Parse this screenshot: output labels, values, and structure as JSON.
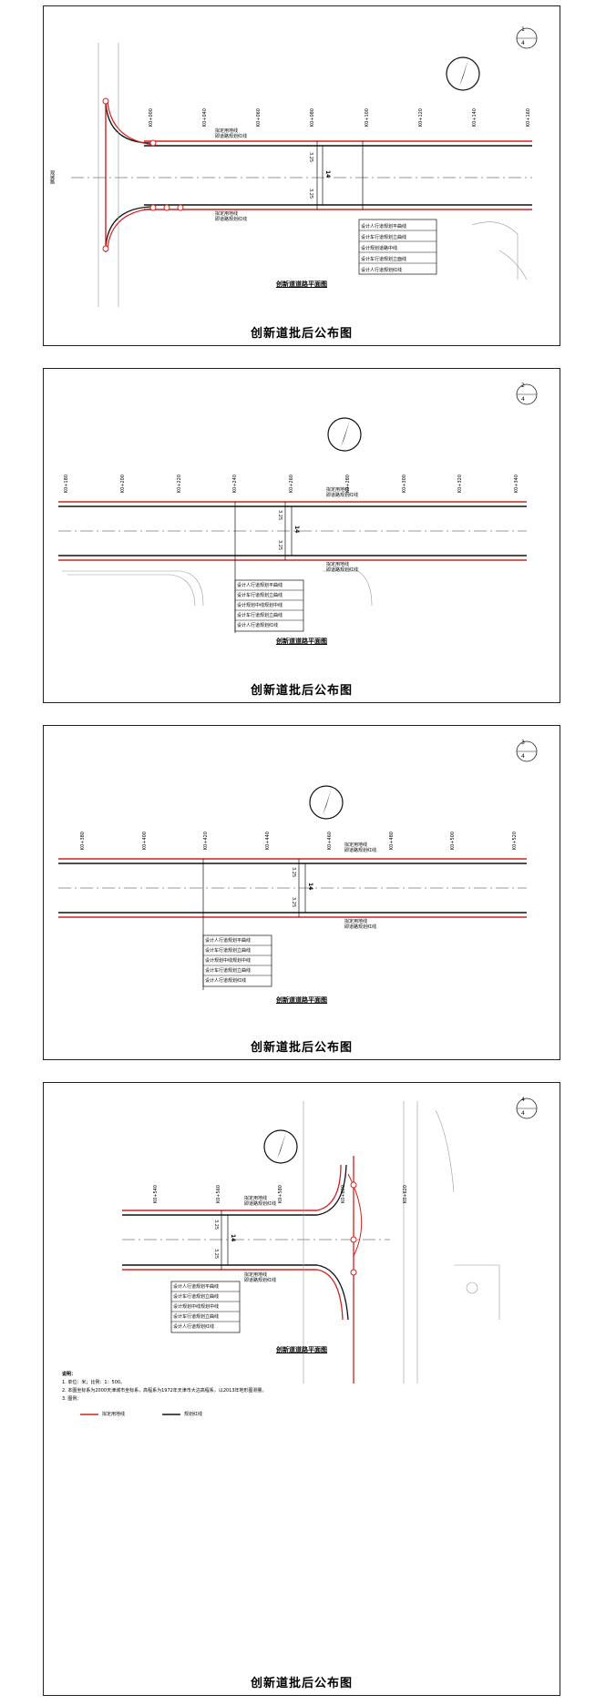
{
  "doc_caption": "创新道批后公布图",
  "plan_title": "创新道道路平面图",
  "sheets": [
    {
      "page": "1",
      "total": "4",
      "stations": [
        "K0+000",
        "K0+040",
        "K0+060",
        "K0+080",
        "K0+100",
        "K0+120",
        "K0+140",
        "K0+160"
      ],
      "red_line": "拟定用地线",
      "edge_line": "即道路规划红线",
      "dims": [
        "3.25",
        "3.25",
        "14"
      ],
      "road_label_left": "观城路",
      "legend_rows": [
        "设计人行道规划平曲线",
        "设计车行道规划立曲线",
        "设计规划道路中线",
        "设计车行道规划立面线",
        "设计人行道规划红线"
      ]
    },
    {
      "page": "2",
      "total": "4",
      "stations": [
        "K0+180",
        "K0+200",
        "K0+220",
        "K0+240",
        "K0+260",
        "K0+280",
        "K0+300",
        "K0+320",
        "K0+340"
      ],
      "red_line": "拟定用地线",
      "edge_line": "即道路规划红线",
      "dims": [
        "3.25",
        "3.25",
        "14"
      ],
      "legend_rows": [
        "设计人行道规划平曲线",
        "设计车行道规划立曲线",
        "设计规划中线规划中线",
        "设计车行道规划立曲线",
        "设计人行道规划红线"
      ]
    },
    {
      "page": "3",
      "total": "4",
      "stations": [
        "K0+380",
        "K0+400",
        "K0+420",
        "K0+440",
        "K0+460",
        "K0+480",
        "K0+500",
        "K0+520"
      ],
      "red_line": "拟定用地线",
      "edge_line": "即道路规划红线",
      "dims": [
        "3.25",
        "3.25",
        "14"
      ],
      "legend_rows": [
        "设计人行道规划平曲线",
        "设计车行道规划立曲线",
        "设计规划中线规划中线",
        "设计车行道规划立曲线",
        "设计人行道规划红线"
      ]
    },
    {
      "page": "4",
      "total": "4",
      "stations": [
        "K0+540",
        "K0+560",
        "K0+580",
        "K0+600",
        "K0+620"
      ],
      "red_line": "拟定用地线",
      "edge_line": "即道路规划红线",
      "dims": [
        "3.25",
        "3.25",
        "14"
      ],
      "legend_rows": [
        "设计人行道规划平曲线",
        "设计车行道规划立曲线",
        "设计规划中线规划中线",
        "设计车行道规划立曲线",
        "设计人行道规划红线"
      ]
    }
  ],
  "notes": {
    "title": "说明：",
    "lines": [
      "1. 单位：米；比例：1：500。",
      "2. 本图坐标系为2000天津城市坐标系，高程系为1972年天津市大沽高程系，以2013年地形图测量。",
      "3. 图例："
    ],
    "legend_red": "拟定用地线",
    "legend_black": "规划红线"
  },
  "colors": {
    "red": "#d42020",
    "line": "#111111",
    "grey": "#9a9a9a"
  }
}
